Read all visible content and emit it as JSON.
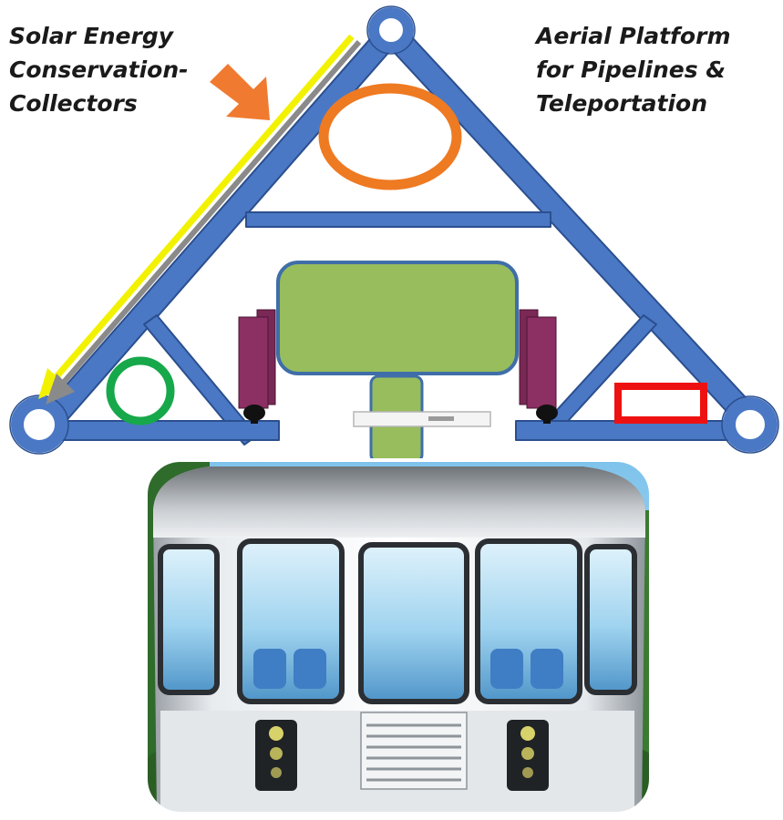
{
  "labels": {
    "left": {
      "line1": "Solar Energy",
      "line2": "Conservation-",
      "line3": "Collectors"
    },
    "right": {
      "line1": "Aerial Platform",
      "line2": "for Pipelines &",
      "line3": "Teleportation"
    }
  },
  "colors": {
    "frame": "#4a78c4",
    "frame_stroke": "#2b4f8f",
    "solar_yellow": "#f2f200",
    "solar_gray": "#8a8a8a",
    "arrow_orange": "#f07a30",
    "ring_orange": "#ee7a22",
    "ring_green": "#16a84a",
    "box_red": "#ee1111",
    "motor_green": "#98bd5c",
    "wheel_purple": "#8c2f63"
  },
  "icons": {
    "gondola": "cable-car-cabin-photo",
    "solar_arrow": "down-left-arrow"
  }
}
